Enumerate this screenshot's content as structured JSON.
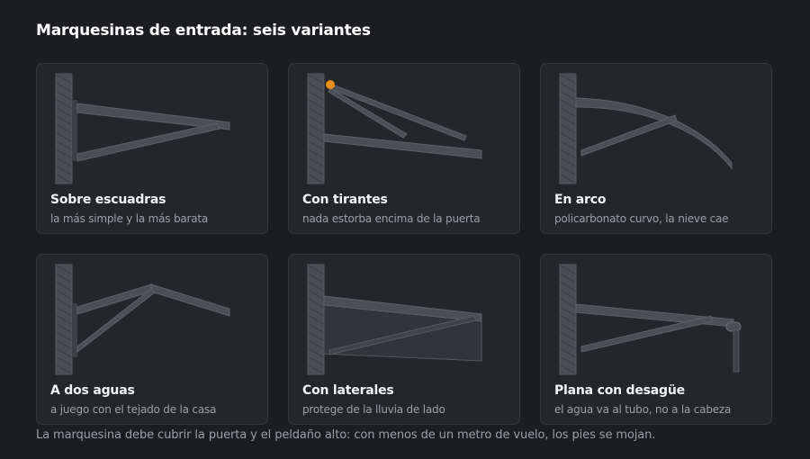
{
  "page": {
    "title": "Marquesinas de entrada: seis variantes",
    "footnote": "La marquesina debe cubrir la puerta y el peldaño alto: con menos de un metro de vuelo, los pies se mojan."
  },
  "colors": {
    "background": "#1b1d20",
    "card": "#24272a",
    "wall": "#4a4e54",
    "beam": "#4a4f55",
    "accent": "#e8901a"
  },
  "cards": [
    {
      "title": "Sobre escuadras",
      "subtitle": "la más simple y la más barata"
    },
    {
      "title": "Con tirantes",
      "subtitle": "nada estorba encima de la puerta"
    },
    {
      "title": "En arco",
      "subtitle": "policarbonato curvo, la nieve cae"
    },
    {
      "title": "A dos aguas",
      "subtitle": "a juego con el tejado de la casa"
    },
    {
      "title": "Con laterales",
      "subtitle": "protege de la lluvia de lado"
    },
    {
      "title": "Plana con desagüe",
      "subtitle": "el agua va al tubo, no a la cabeza"
    }
  ]
}
